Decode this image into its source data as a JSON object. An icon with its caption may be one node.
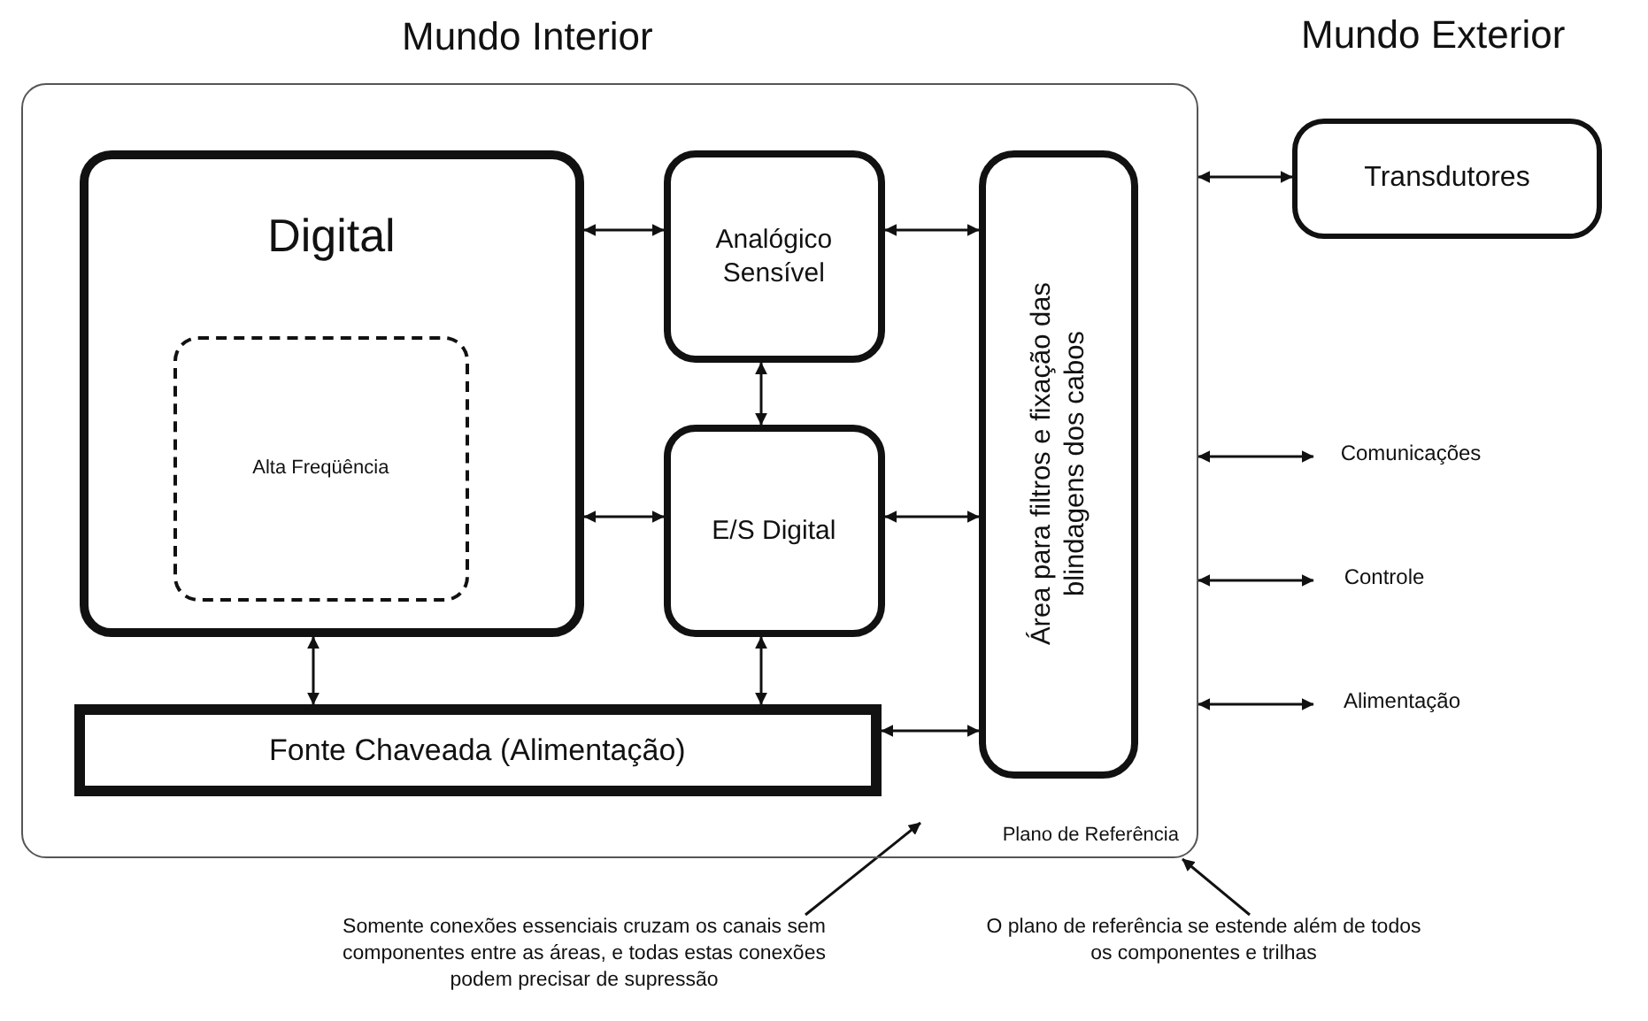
{
  "diagram": {
    "nodes": [
      {
        "text": [
          "Mundo Interior",
          "Plano de Referência"
        ]
      },
      {
        "text": [
          "Digital"
        ],
        "in": 0
      },
      {
        "text": [
          "Alta Freqüência"
        ],
        "in": 1
      },
      {
        "text": [
          "Analógico Sensível"
        ],
        "in": 0
      },
      {
        "text": [
          "E/S Digital"
        ],
        "in": 0
      },
      {
        "text": [
          "Fonte Chaveada (Alimentação)"
        ],
        "in": 0
      },
      {
        "text": [
          "Área para filtros e fixação das blindagens dos cabos"
        ],
        "in": 0
      },
      {
        "text": [
          "Transdutores"
        ]
      },
      {
        "text": [
          "Comunicações"
        ]
      },
      {
        "text": [
          "Controle"
        ]
      },
      {
        "text": [
          "Alimentação"
        ]
      },
      {
        "text": [
          "Somente conexões essenciais cruzam os canais sem componentes entre as áreas, e todas estas conexões podem precisar de supressão"
        ]
      },
      {
        "text": [
          "O plano de referência se estende além de todos os componentes e trilhas"
        ]
      }
    ],
    "edges": [
      {
        "from": 1,
        "to": 3,
        "arrow": "both"
      },
      {
        "from": 3,
        "to": 6,
        "arrow": "both"
      },
      {
        "from": 3,
        "to": 4,
        "arrow": "both"
      },
      {
        "from": 1,
        "to": 4,
        "arrow": "both"
      },
      {
        "from": 4,
        "to": 6,
        "arrow": "both"
      },
      {
        "from": 1,
        "to": 5,
        "arrow": "both"
      },
      {
        "from": 4,
        "to": 5,
        "arrow": "both"
      },
      {
        "from": 5,
        "to": 6,
        "arrow": "both"
      },
      {
        "from": 0,
        "to": 7,
        "arrow": "both"
      },
      {
        "from": 0,
        "to": 8,
        "arrow": "both"
      },
      {
        "from": 0,
        "to": 9,
        "arrow": "both"
      },
      {
        "from": 0,
        "to": 10,
        "arrow": "both"
      },
      {
        "from": 11,
        "to": 0,
        "arrow": "to"
      },
      {
        "from": 12,
        "to": 0,
        "arrow": "to"
      }
    ],
    "labels": [
      "Mundo Exterior"
    ]
  }
}
